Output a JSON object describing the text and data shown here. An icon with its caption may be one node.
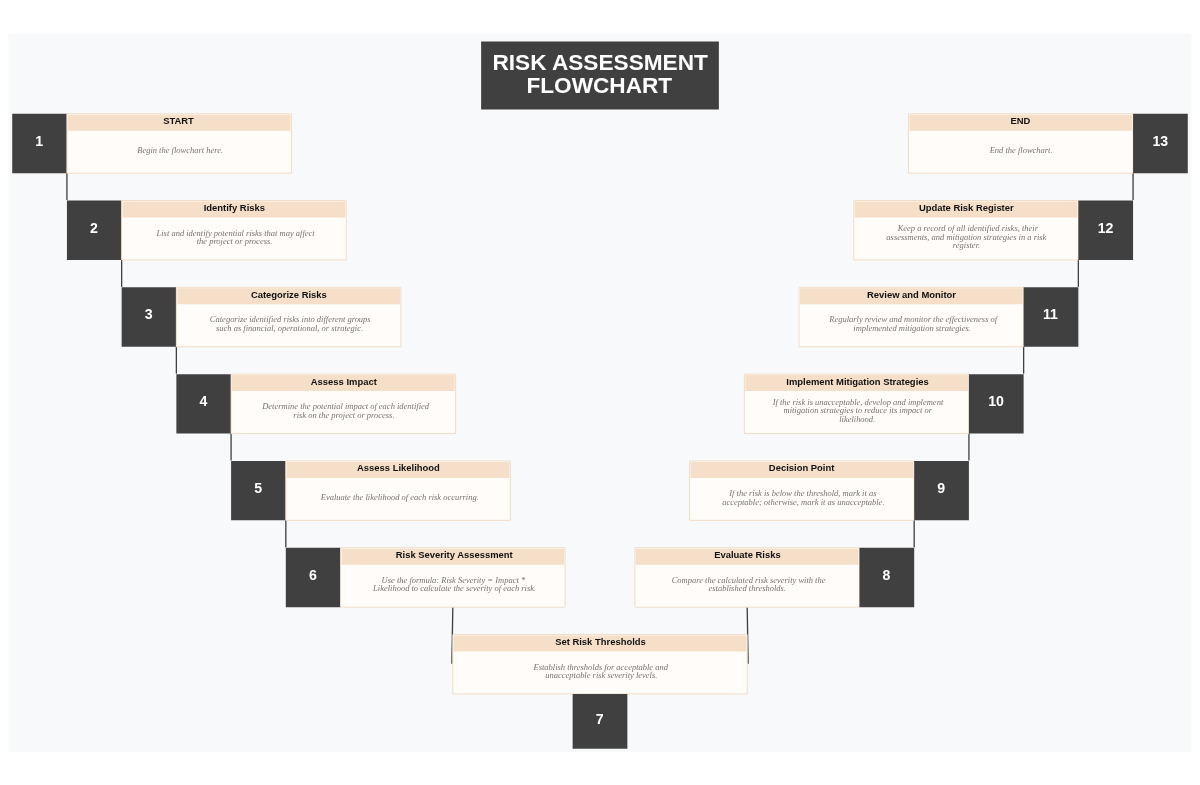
{
  "diagram": {
    "title": "RISK ASSESSMENT FLOWCHART",
    "nodes": [
      {
        "text": [
          "1",
          "START",
          "Begin the flowchart here."
        ]
      },
      {
        "text": [
          "2",
          "Identify Risks",
          "List and identify potential risks that may affect the project or process."
        ]
      },
      {
        "text": [
          "3",
          "Categorize Risks",
          "Categorize identified risks into different groups such as financial, operational, or strategic."
        ]
      },
      {
        "text": [
          "4",
          "Assess Impact",
          "Determine the potential impact of each identified risk on the project or process."
        ]
      },
      {
        "text": [
          "5",
          "Assess Likelihood",
          "Evaluate the likelihood of each risk occurring."
        ]
      },
      {
        "text": [
          "6",
          "Risk Severity Assessment",
          "Use the formula: Risk Severity = Impact * Likelihood to calculate the severity of each risk."
        ]
      },
      {
        "text": [
          "Set Risk Thresholds",
          "Establish thresholds for acceptable and unacceptable risk severity levels.",
          "7"
        ]
      },
      {
        "text": [
          "8",
          "Evaluate Risks",
          "Compare the calculated risk severity with the established thresholds."
        ]
      },
      {
        "text": [
          "9",
          "Decision Point",
          "If the risk is below the threshold, mark it as acceptable; otherwise, mark it as unacceptable."
        ]
      },
      {
        "text": [
          "10",
          "Implement Mitigation Strategies",
          "If the risk is unacceptable, develop and implement mitigation strategies to reduce its impact or likelihood."
        ]
      },
      {
        "text": [
          "11",
          "Review and Monitor",
          "Regularly review and monitor the effectiveness of implemented mitigation strategies."
        ]
      },
      {
        "text": [
          "12",
          "Update Risk Register",
          "Keep a record of all identified risks, their assessments, and mitigation strategies in a risk register."
        ]
      },
      {
        "text": [
          "13",
          "END",
          "End the flowchart."
        ]
      }
    ],
    "edges": [
      {
        "from": 0,
        "to": 1,
        "arrow": "none"
      },
      {
        "from": 1,
        "to": 2,
        "arrow": "none"
      },
      {
        "from": 2,
        "to": 3,
        "arrow": "none"
      },
      {
        "from": 3,
        "to": 4,
        "arrow": "none"
      },
      {
        "from": 4,
        "to": 5,
        "arrow": "none"
      },
      {
        "from": 5,
        "to": 6,
        "arrow": "none"
      },
      {
        "from": 6,
        "to": 7,
        "arrow": "none"
      },
      {
        "from": 7,
        "to": 8,
        "arrow": "none"
      },
      {
        "from": 8,
        "to": 9,
        "arrow": "none"
      },
      {
        "from": 9,
        "to": 10,
        "arrow": "none"
      },
      {
        "from": 10,
        "to": 11,
        "arrow": "none"
      },
      {
        "from": 11,
        "to": 12,
        "arrow": "none"
      }
    ]
  }
}
